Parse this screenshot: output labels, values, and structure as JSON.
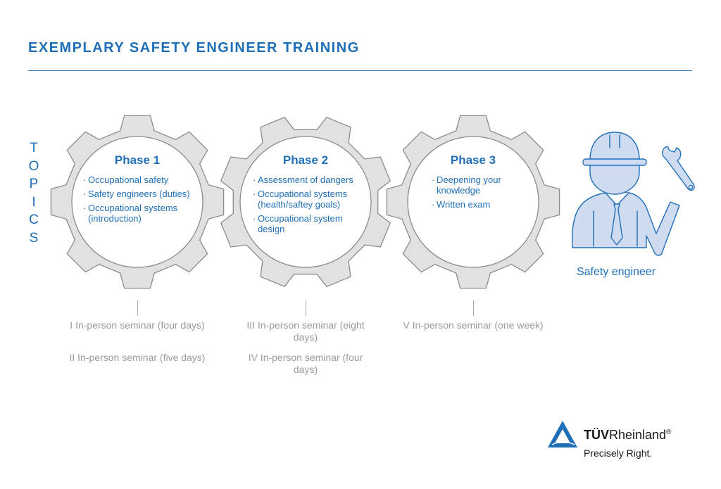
{
  "title": "EXEMPLARY SAFETY ENGINEER TRAINING",
  "topics_letters": [
    "T",
    "O",
    "P",
    "I",
    "C",
    "S"
  ],
  "phases": [
    {
      "title": "Phase 1",
      "topics": [
        "Occupational safety",
        "Safety engineers (duties)",
        "Occupational systems (introduction)"
      ],
      "seminars": [
        "I In-person seminar (four days)",
        "II In-person seminar (five days)"
      ]
    },
    {
      "title": "Phase 2",
      "topics": [
        "Assessment of dangers",
        "Occupational systems (health/saftey goals)",
        "Occupational system design"
      ],
      "seminars": [
        "III In-person seminar (eight days)",
        "IV In-person seminar (four days)"
      ]
    },
    {
      "title": "Phase 3",
      "topics": [
        "Deepening your knowledge",
        "Written exam"
      ],
      "seminars": [
        "V In-person seminar (one week)"
      ]
    }
  ],
  "engineer_label": "Safety engineer",
  "logo": {
    "bold": "TÜV",
    "rest": "Rheinland",
    "mark": "®",
    "slogan": "Precisely Right."
  },
  "colors": {
    "accent": "#1f6fb8",
    "gear_fill": "#e1e1e1",
    "gear_stroke": "#8c8c8c",
    "engineer_fill": "#cfdbf1"
  }
}
